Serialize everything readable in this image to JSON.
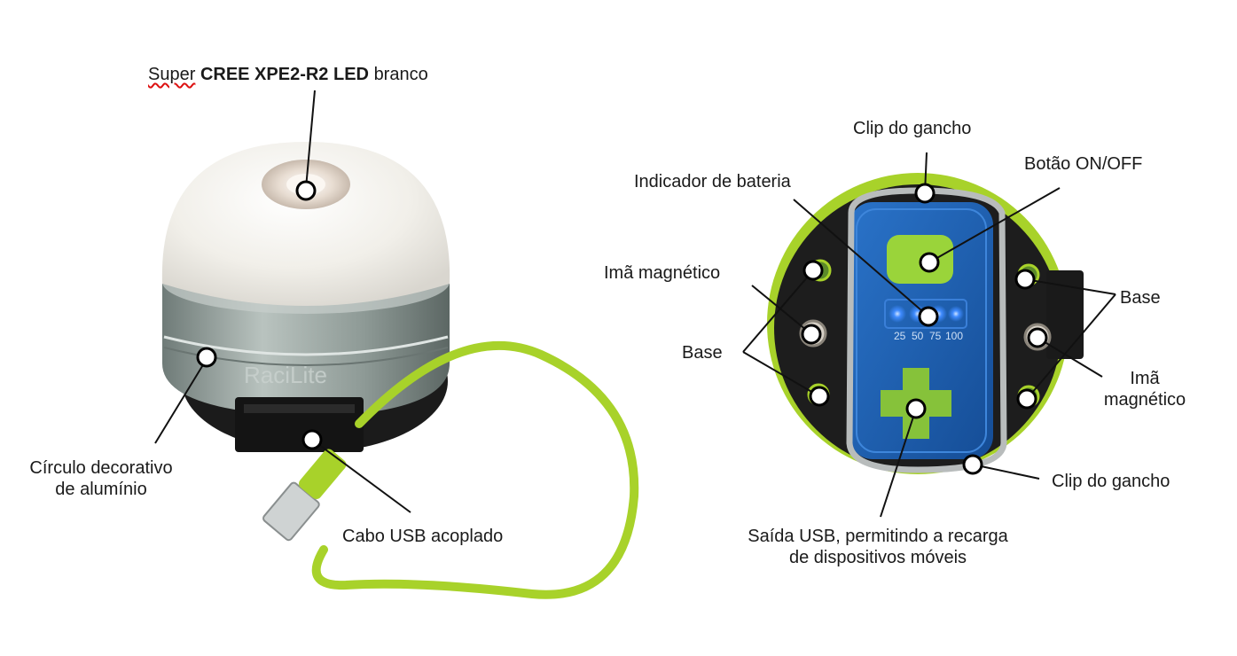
{
  "labels": {
    "led": {
      "prefix": "Super",
      "bold": "CREE XPE2-R2 LED",
      "suffix": "branco"
    },
    "decorative_ring": [
      "Círculo decorativo",
      "de alumínio"
    ],
    "usb_cable": "Cabo USB acoplado",
    "hook_clip_top": "Clip do gancho",
    "battery_indicator": "Indicador de bateria",
    "power_button": "Botão ON/OFF",
    "magnet_left": "Imã magnético",
    "base_left": "Base",
    "base_right": "Base",
    "magnet_right": [
      "Imã",
      "magnético"
    ],
    "hook_clip_bottom": "Clip do gancho",
    "usb_output": [
      "Saída USB, permitindo a recarga",
      "de dispositivos móveis"
    ]
  },
  "product": {
    "brand": "RaciLite",
    "battery_levels": [
      "25",
      "50",
      "75",
      "100"
    ]
  },
  "colors": {
    "lime": "#a8d22a",
    "casing_blue": "#1f5fb0",
    "led_blue": "#2f7dff",
    "aluminum": "#9aa6a2",
    "black": "#161616"
  }
}
